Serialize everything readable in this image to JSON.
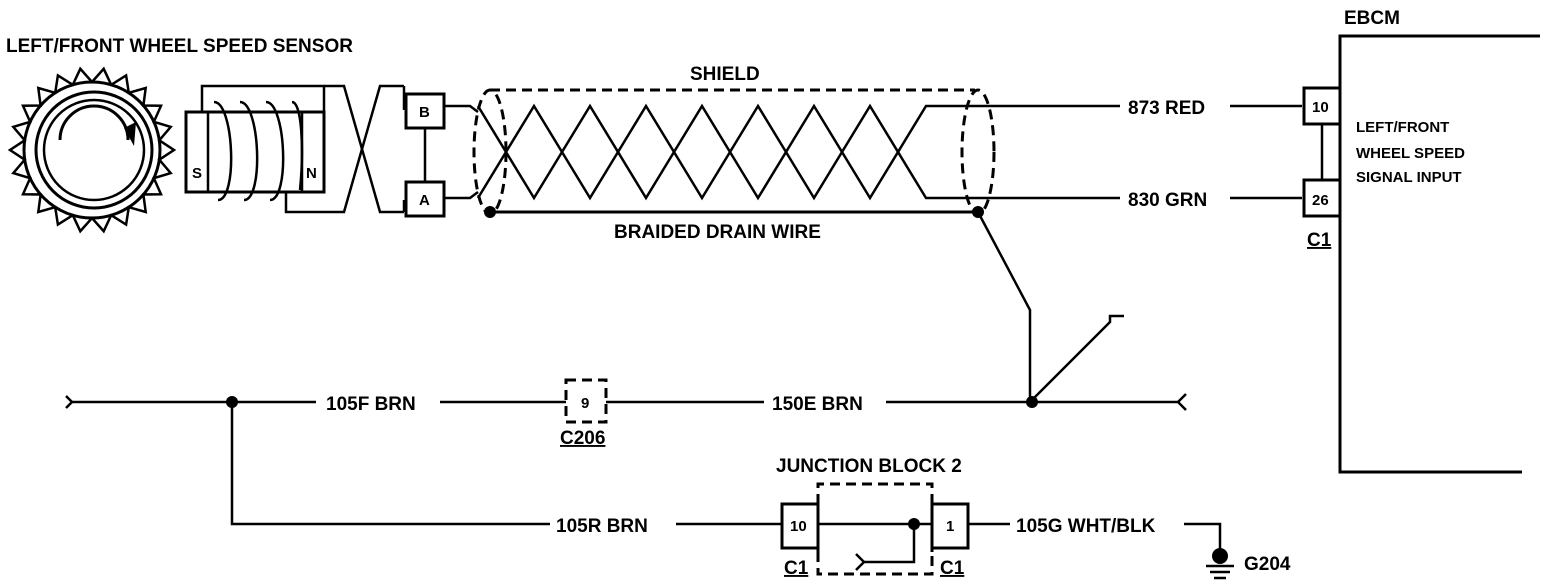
{
  "sensor": {
    "title": "LEFT/FRONT WHEEL SPEED SENSOR",
    "pole_s": "S",
    "pole_n": "N"
  },
  "sensor_connector": {
    "pin_b": "B",
    "pin_a": "A"
  },
  "shield": {
    "label": "SHIELD",
    "drain_label": "BRAIDED DRAIN WIRE"
  },
  "wires": {
    "red": "873 RED",
    "grn": "830 GRN",
    "brn_105f": "105F BRN",
    "brn_150e": "150E BRN",
    "brn_105r": "105R BRN",
    "wht_blk": "105G WHT/BLK"
  },
  "ebcm": {
    "title": "EBCM",
    "input_line1": "LEFT/FRONT",
    "input_line2": "WHEEL SPEED",
    "input_line3": "SIGNAL INPUT",
    "pin_top": "10",
    "pin_bottom": "26",
    "connector": "C1"
  },
  "c206": {
    "pin": "9",
    "label": "C206"
  },
  "junction_block": {
    "title": "JUNCTION BLOCK 2",
    "left_pin": "10",
    "right_pin": "1",
    "left_connector": "C1",
    "right_connector": "C1"
  },
  "ground": {
    "label": "G204"
  }
}
